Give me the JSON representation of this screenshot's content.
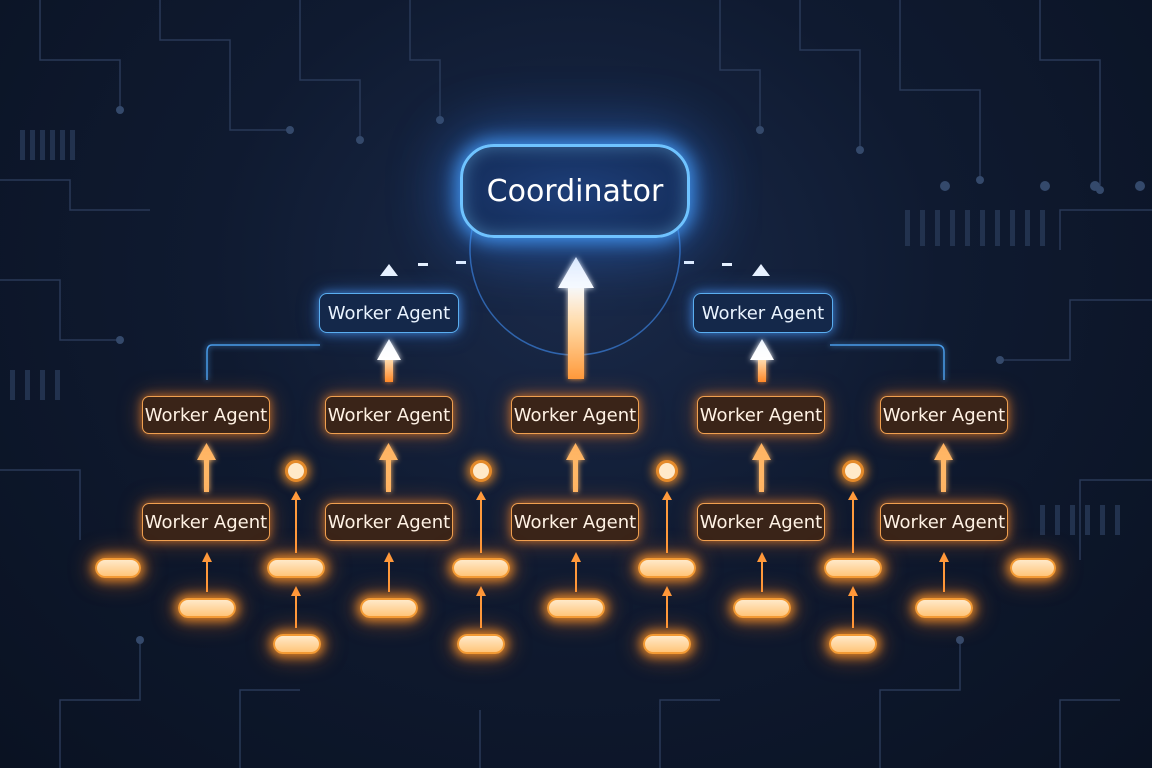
{
  "diagram": {
    "coordinator": {
      "label": "Coordinator"
    },
    "top_workers": [
      {
        "label": "Worker Agent"
      },
      {
        "label": "Worker Agent"
      }
    ],
    "mid_workers": [
      {
        "label": "Worker Agent"
      },
      {
        "label": "Worker Agent"
      },
      {
        "label": "Worker Agent"
      },
      {
        "label": "Worker Agent"
      },
      {
        "label": "Worker Agent"
      }
    ],
    "low_workers": [
      {
        "label": "Worker Agent"
      },
      {
        "label": "Worker Agent"
      },
      {
        "label": "Worker Agent"
      },
      {
        "label": "Worker Agent"
      },
      {
        "label": "Worker Agent"
      }
    ],
    "colors": {
      "background": "#0f1a30",
      "blue_glow": "#5aaef0",
      "orange_glow": "#f39a34",
      "circuit": "#3a4e6e"
    }
  }
}
